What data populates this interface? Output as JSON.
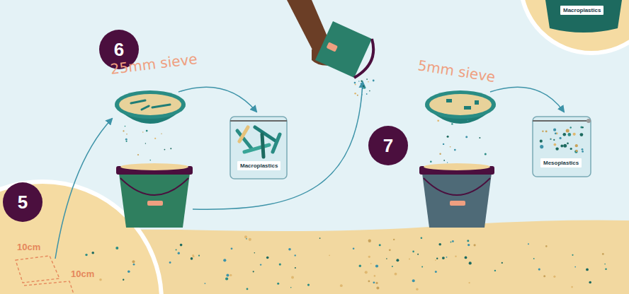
{
  "diagram": {
    "nodes": [
      {
        "text": [
          "6"
        ]
      },
      {
        "text": [
          "Macroplastics"
        ]
      },
      {
        "text": [
          "7"
        ]
      },
      {
        "text": [
          "Mesoplastics"
        ]
      },
      {
        "text": [
          "5"
        ]
      },
      {
        "text": [
          "Macroplastics"
        ]
      }
    ],
    "labels": [
      "25mm sieve",
      "5mm sieve",
      "10cm",
      "10cm"
    ]
  }
}
